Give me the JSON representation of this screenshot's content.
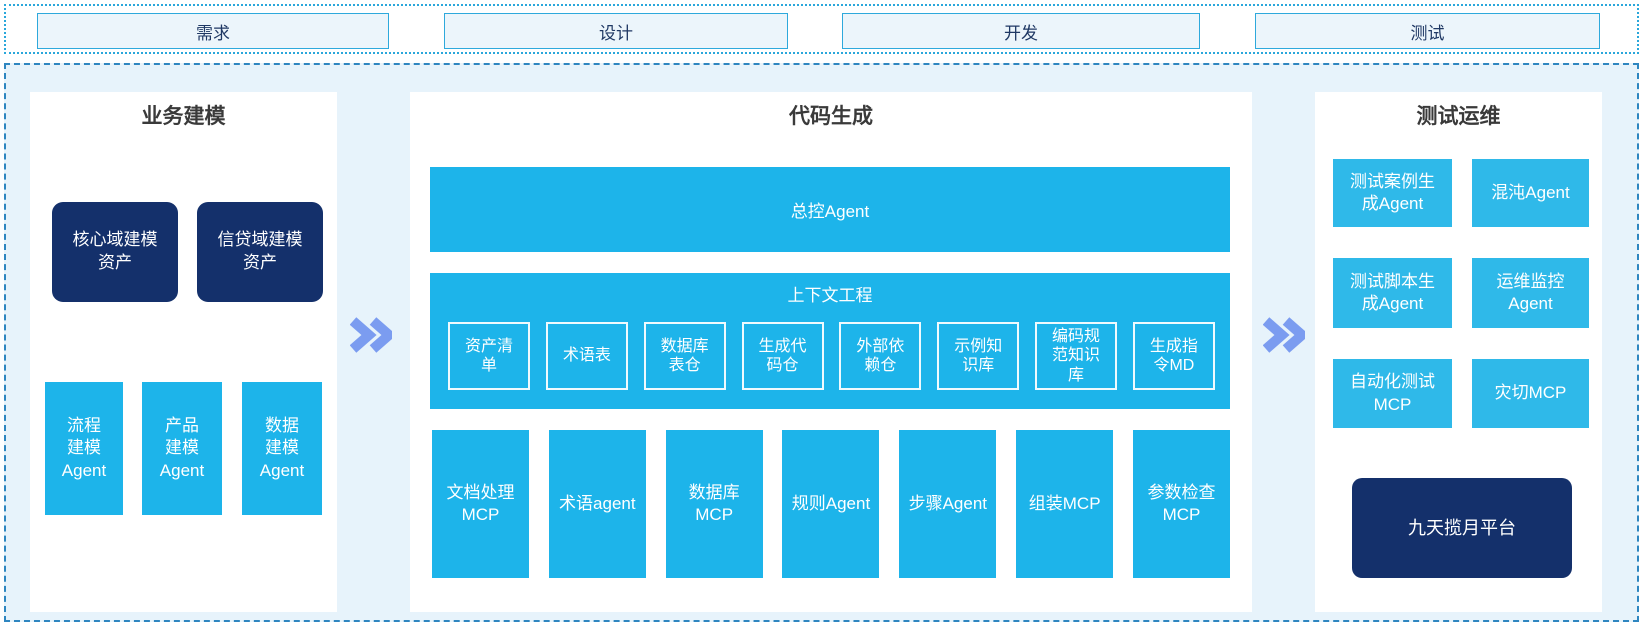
{
  "phases": [
    {
      "label": "需求"
    },
    {
      "label": "设计"
    },
    {
      "label": "开发"
    },
    {
      "label": "测试"
    }
  ],
  "panels": {
    "business": {
      "title": "业务建模",
      "assets": [
        {
          "label": "核心域建模\n资产"
        },
        {
          "label": "信贷域建模\n资产"
        }
      ],
      "agents": [
        {
          "label": "流程\n建模\nAgent"
        },
        {
          "label": "产品\n建模\nAgent"
        },
        {
          "label": "数据\n建模\nAgent"
        }
      ]
    },
    "codegen": {
      "title": "代码生成",
      "master": {
        "label": "总控Agent"
      },
      "context": {
        "title": "上下文工程",
        "items": [
          {
            "label": "资产清\n单"
          },
          {
            "label": "术语表"
          },
          {
            "label": "数据库\n表仓"
          },
          {
            "label": "生成代\n码仓"
          },
          {
            "label": "外部依\n赖仓"
          },
          {
            "label": "示例知\n识库"
          },
          {
            "label": "编码规\n范知识\n库"
          },
          {
            "label": "生成指\n令MD"
          }
        ]
      },
      "tools": [
        {
          "label": "文档处理\nMCP"
        },
        {
          "label": "术语agent"
        },
        {
          "label": "数据库\nMCP"
        },
        {
          "label": "规则Agent"
        },
        {
          "label": "步骤Agent"
        },
        {
          "label": "组装MCP"
        },
        {
          "label": "参数检查\nMCP"
        }
      ]
    },
    "testops": {
      "title": "测试运维",
      "boxes": [
        {
          "label": "测试案例生\n成Agent"
        },
        {
          "label": "混沌Agent"
        },
        {
          "label": "测试脚本生\n成Agent"
        },
        {
          "label": "运维监控\nAgent"
        },
        {
          "label": "自动化测试\nMCP"
        },
        {
          "label": "灾切MCP"
        }
      ],
      "platform": {
        "label": "九天揽月平台"
      }
    }
  },
  "icons": {
    "flow_chevron": "double-chevron-right"
  },
  "colors": {
    "cyan": "#1db4ea",
    "cyan_light": "#2fb9e9",
    "navy": "#14306b",
    "chevron_blue": "#7b9cf0",
    "strip_border_cyan": "#2aa7db",
    "frame_border_blue": "#2e86c0",
    "frame_bg_light_blue": "#e7f3fb",
    "phase_fill": "#ecf5fb",
    "phase_text": "#1f3864"
  }
}
